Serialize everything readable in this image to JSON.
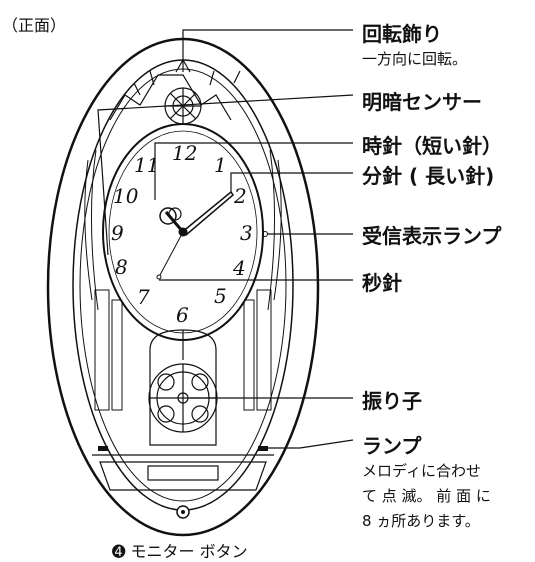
{
  "view_label": "（正面）",
  "labels": {
    "rotating_ornament": "回転飾り",
    "rotating_ornament_note": "一方向に回転。",
    "light_sensor": "明暗センサー",
    "hour_hand": "時針（短い針）",
    "minute_hand": "分針 ( 長い針)",
    "reception_lamp": "受信表示ランプ",
    "second_hand": "秒針",
    "pendulum": "振り子",
    "lamp": "ランプ",
    "lamp_note_1": "メロディに合わせ",
    "lamp_note_2": "て 点 滅。 前 面 に",
    "lamp_note_3": "8 ヵ所あります。",
    "monitor_button_icon": "➍",
    "monitor_button": "モニター ボタン"
  },
  "clock_numbers": [
    "12",
    "1",
    "2",
    "3",
    "4",
    "5",
    "6",
    "7",
    "8",
    "9",
    "10",
    "11"
  ],
  "colors": {
    "line": "#111111",
    "background": "#ffffff"
  }
}
